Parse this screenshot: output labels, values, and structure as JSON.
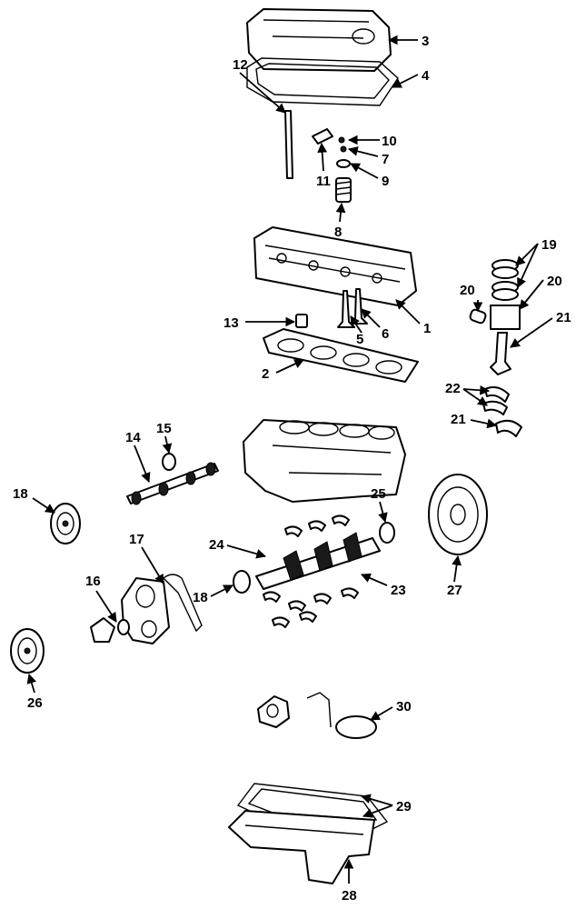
{
  "callouts": [
    {
      "id": "3",
      "label": "3"
    },
    {
      "id": "4",
      "label": "4"
    },
    {
      "id": "12",
      "label": "12"
    },
    {
      "id": "10",
      "label": "10"
    },
    {
      "id": "7",
      "label": "7"
    },
    {
      "id": "11",
      "label": "11"
    },
    {
      "id": "9",
      "label": "9"
    },
    {
      "id": "8",
      "label": "8"
    },
    {
      "id": "19",
      "label": "19"
    },
    {
      "id": "20a",
      "label": "20"
    },
    {
      "id": "20b",
      "label": "20"
    },
    {
      "id": "21a",
      "label": "21"
    },
    {
      "id": "1",
      "label": "1"
    },
    {
      "id": "6",
      "label": "6"
    },
    {
      "id": "5",
      "label": "5"
    },
    {
      "id": "13",
      "label": "13"
    },
    {
      "id": "2",
      "label": "2"
    },
    {
      "id": "22",
      "label": "22"
    },
    {
      "id": "21b",
      "label": "21"
    },
    {
      "id": "14",
      "label": "14"
    },
    {
      "id": "15",
      "label": "15"
    },
    {
      "id": "18a",
      "label": "18"
    },
    {
      "id": "25",
      "label": "25"
    },
    {
      "id": "17",
      "label": "17"
    },
    {
      "id": "24",
      "label": "24"
    },
    {
      "id": "16",
      "label": "16"
    },
    {
      "id": "18b",
      "label": "18"
    },
    {
      "id": "23",
      "label": "23"
    },
    {
      "id": "27",
      "label": "27"
    },
    {
      "id": "26",
      "label": "26"
    },
    {
      "id": "30",
      "label": "30"
    },
    {
      "id": "29",
      "label": "29"
    },
    {
      "id": "28",
      "label": "28"
    }
  ],
  "colors": {
    "line": "#000000",
    "background": "#ffffff"
  }
}
